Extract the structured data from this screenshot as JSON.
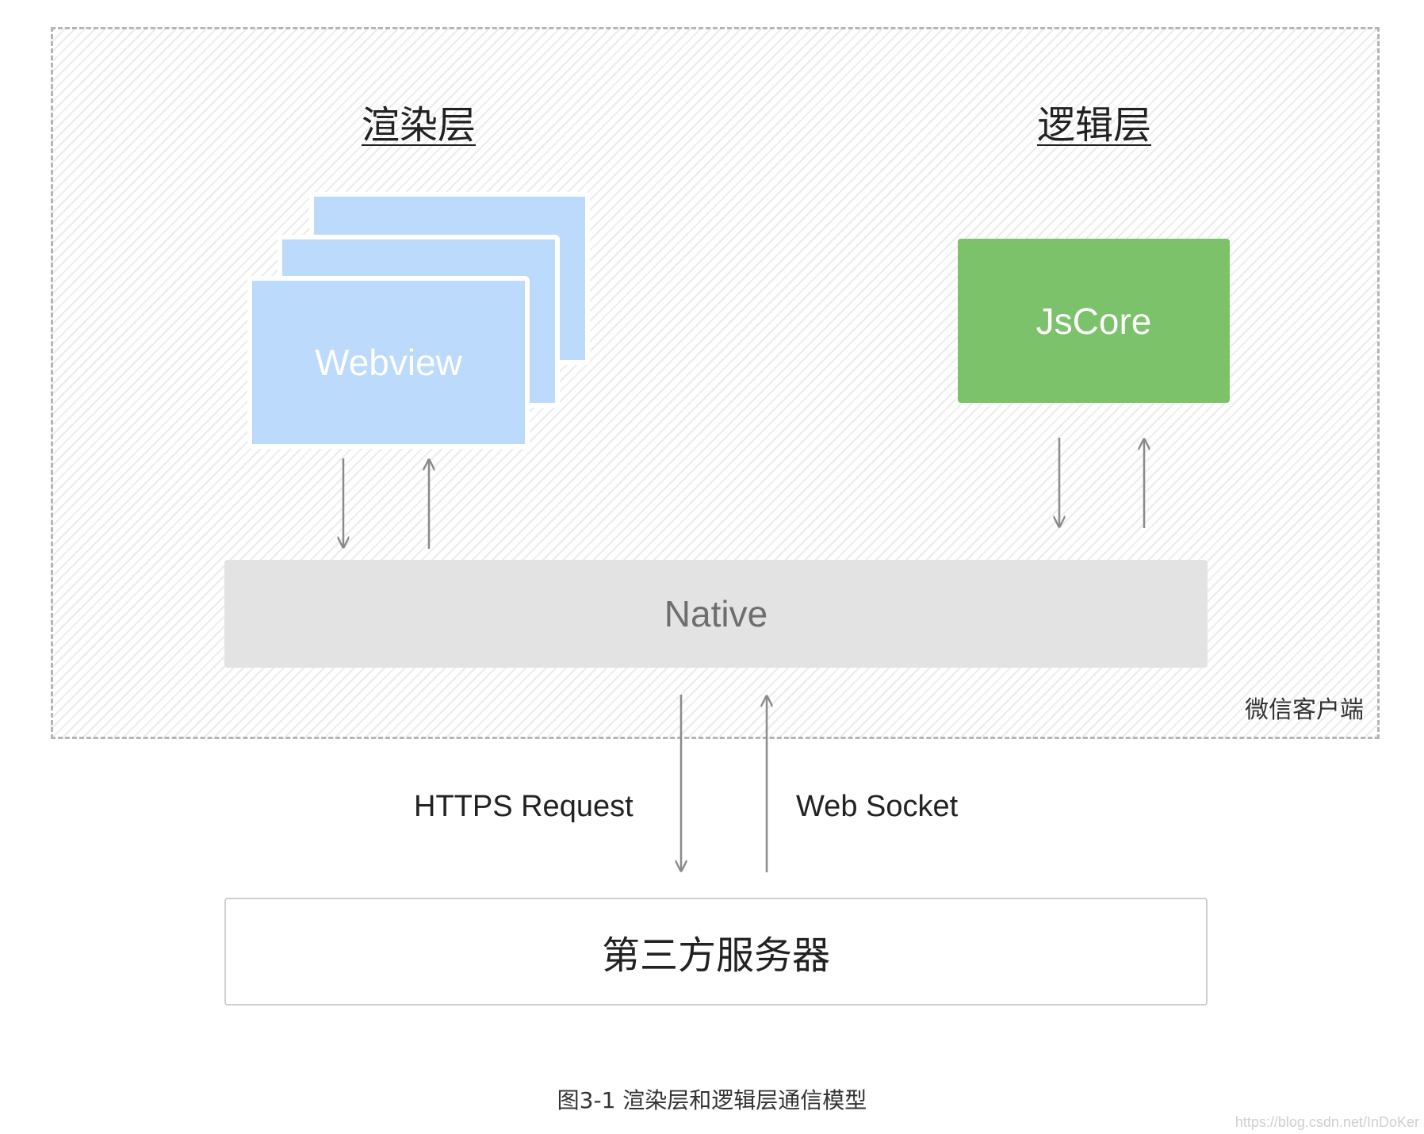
{
  "render_layer": {
    "title": "渲染层",
    "webview_label": "Webview"
  },
  "logic_layer": {
    "title": "逻辑层",
    "jscore_label": "JsCore"
  },
  "native_label": "Native",
  "client_label": "微信客户端",
  "protocols": {
    "request": "HTTPS Request",
    "socket": "Web Socket"
  },
  "server_label": "第三方服务器",
  "caption": "图3-1 渲染层和逻辑层通信模型",
  "watermark": "https://blog.csdn.net/InDoKer",
  "colors": {
    "webview": "#bcdafb",
    "jscore": "#7bc26b",
    "native": "#e3e3e3",
    "arrow": "#8a8a8a"
  }
}
